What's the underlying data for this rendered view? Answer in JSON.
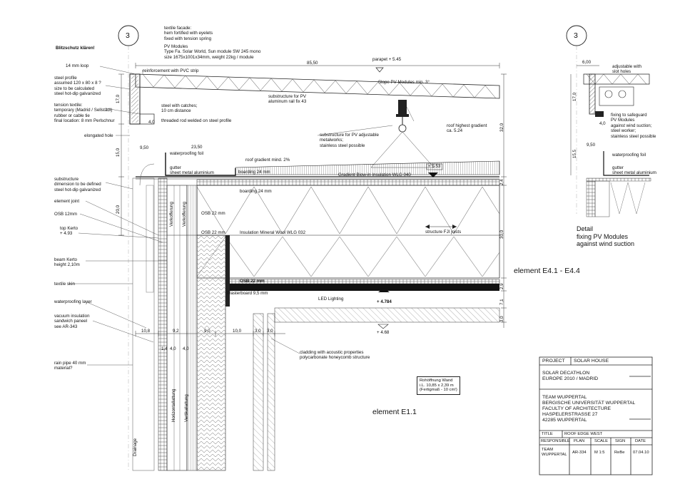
{
  "section_marks": {
    "left": "3",
    "right": "3"
  },
  "notes": {
    "blitzschutz": "Blitzschutz klären!",
    "textile_facade": "textile facade:\nhem fortified with eyelets\nfixed with tension spring",
    "pv_modules": "PV Modules\nType Fa. Solar World, Sun module SW 245 mono\nsize 1675x1001x34mm, weight 22kg / module",
    "loop": "14 mm loop",
    "steel_profile": "steel profile\nassumed 120 x 80 x 8 ?\nsize to be calculated\nsteel hot-dip galvanized",
    "tension_textile": "tension textile:\ntemporary (Madrid / Sellstädt)\nrubber or cable tie\nfinal location: 8 mm Perlschnur",
    "elongated_hole": "elongated hole",
    "substructure": "substructure\ndimension to be defined\nsteel hot-dip galvanized",
    "element_joint": "element joint",
    "osb_left": "OSB 12mm",
    "top_kerto": "top Kerto\n+ 4.93",
    "beam_kerto": "beam Kerto\nheight 2,10m",
    "textile_skin": "textile skin",
    "waterproofing_layer": "waterproofing layer",
    "vacuum": "vacuum insulation\nsandwich paneel\nsee AR-343",
    "rain_pipe": "rain pipe 40 mm\nmaterial?",
    "drainage": "Drainage",
    "parapet": "parapet + 5.45",
    "reinforcement": "reinforcement with PVC strip",
    "slope": "Slope PV Modules min. 3°",
    "substructure_pv": "substructure for PV\naluminum rail fix 43",
    "steel_catches": "steel with catches;\n10 cm distance",
    "threaded_rod": "threaded rod welded on steel profile",
    "roof_highest": "roof highest gradient\nca. 5.24",
    "substructure_adj": "substructure for PV adjustable\nmetalworks;\nstainless steel possible",
    "waterproofing_foil": "waterproofing foil",
    "roof_gradient": "roof gradient mind. 2%",
    "gutter": "gutter\nsheet metal aluminium",
    "boarding24": "boarding 24 mm",
    "gradient_insulation": "Gradient Blow-in Insulation WLG 040",
    "level_553": "+ 5.53",
    "boarding24b": "boarding 24 mm",
    "osb22a": "OSB 22 mm",
    "osb22b": "OSB 22 mm",
    "insulation": "Insulation Mineral Wool WLG 032",
    "fji": "structure FJI joists",
    "osb22c": "OSB 22 mm",
    "plasterboard": "Plasterboard 9,5 mm",
    "led": "LED Lighting",
    "level_4784": "+ 4.784",
    "level_468": "+ 4.68",
    "cladding": "cladding with acoustic properties\npolycarbonate honeycomb structure",
    "verkofferung1": "Verkofferung",
    "verkofferung2": "Verkofferung",
    "horizontal": "Horizontallattung",
    "vertikal": "Vertikallattung",
    "rohoeffnung": "Rohöffnung Wand\ni.L. 10,85 x 2,39 m\n(Fertigmaß - 10 cm!)"
  },
  "dimensions": {
    "d8550": "85,50",
    "d2350": "23,50",
    "d950": "9,50",
    "d40": "4,0",
    "d170": "17,0",
    "d150": "15,0",
    "d200": "20,0",
    "d320": "32,0",
    "d300": "30,0",
    "d24": "2,4",
    "d29": "2,9",
    "d71": "7,1",
    "d30v": "3,0",
    "d108": "10,8",
    "d92": "9,2",
    "d90": "9,0",
    "d100": "10,0",
    "d30a": "3,0",
    "d30b": "3,0",
    "d14": "1,4",
    "d40a": "4,0",
    "d40b": "4,0"
  },
  "detail": {
    "d600": "6,00",
    "adjustable": "adjustable with\nslot holes",
    "d170r": "17,0",
    "fixing": "fixing to safeguard\nPV Modules\nagainst wind suction;\nsteel worker;\nstainless steel possible",
    "d40r": "4,0",
    "d950r": "9,50",
    "d155r": "15,5",
    "waterproofing": "waterproofing foil",
    "gutter": "gutter\nsheet metal aluminium",
    "caption": "Detail\nfixing PV Modules\nagainst wind suction"
  },
  "elements": {
    "e41": "element E4.1 - E4.4",
    "e11": "element E1.1"
  },
  "title_block": {
    "project_label": "PROJECT",
    "project": "SOLAR HOUSE",
    "event": "SOLAR DECATHLON\nEUROPE 2010 / MADRID",
    "team": "TEAM WUPPERTAL\nBERGISCHE UNIVERSITÄT WUPPERTAL\nFACULTY OF ARCHITECTURE\nHASPELERSTRASSE 27\n42285 WUPPERTAL",
    "title_label": "TITLE",
    "title": "ROOF EDGE WEST",
    "headers": [
      "RESPONSIBLE",
      "PLAN",
      "SCALE",
      "SIGN",
      "DATE"
    ],
    "values": [
      "TEAM\nWUPPERTAL",
      "AR-334",
      "M 1:5",
      "ReBe",
      "07.04.10"
    ]
  }
}
